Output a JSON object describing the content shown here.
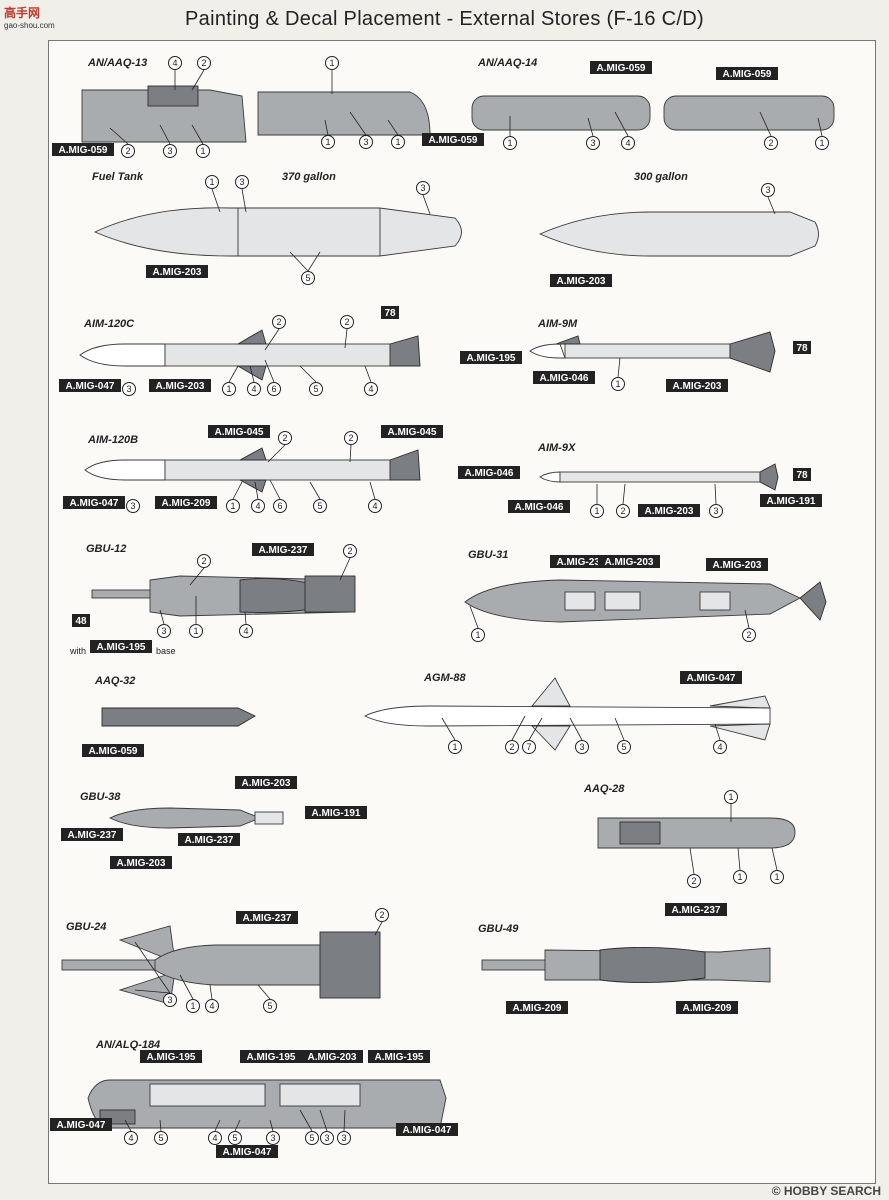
{
  "watermark": {
    "line1": "高手网",
    "line2": "gao-shou.com"
  },
  "title": "Painting & Decal Placement - External Stores (F-16 C/D)",
  "footer": "© HOBBY SEARCH",
  "colors": {
    "tag_bg": "#222222",
    "tag_text": "#ffffff",
    "store_gray": "#a9acaf",
    "dark_gray": "#7b7e82",
    "white": "#ffffff"
  },
  "labels": [
    {
      "id": "aaq13",
      "text": "AN/AAQ-13"
    },
    {
      "id": "aaq14",
      "text": "AN/AAQ-14"
    },
    {
      "id": "fueltank",
      "text": "Fuel Tank"
    },
    {
      "id": "g370",
      "text": "370 gallon"
    },
    {
      "id": "g300",
      "text": "300 gallon"
    },
    {
      "id": "aim120c",
      "text": "AIM-120C"
    },
    {
      "id": "aim9m",
      "text": "AIM-9M"
    },
    {
      "id": "aim120b",
      "text": "AIM-120B"
    },
    {
      "id": "aim9x",
      "text": "AIM-9X"
    },
    {
      "id": "gbu12",
      "text": "GBU-12"
    },
    {
      "id": "gbu31",
      "text": "GBU-31"
    },
    {
      "id": "aaq32",
      "text": "AAQ-32"
    },
    {
      "id": "agm88",
      "text": "AGM-88"
    },
    {
      "id": "gbu38",
      "text": "GBU-38"
    },
    {
      "id": "aaq28",
      "text": "AAQ-28"
    },
    {
      "id": "gbu24",
      "text": "GBU-24"
    },
    {
      "id": "gbu49",
      "text": "GBU-49"
    },
    {
      "id": "alq184",
      "text": "AN/ALQ-184"
    }
  ],
  "plain": [
    {
      "id": "with",
      "text": "with"
    },
    {
      "id": "base",
      "text": "base"
    }
  ],
  "tags": [
    {
      "id": "t1",
      "text": "A.MIG-059"
    },
    {
      "id": "t2",
      "text": "A.MIG-059"
    },
    {
      "id": "t3",
      "text": "A.MIG-059"
    },
    {
      "id": "t4",
      "text": "A.MIG-059"
    },
    {
      "id": "t5",
      "text": "A.MIG-203"
    },
    {
      "id": "t6",
      "text": "A.MIG-203"
    },
    {
      "id": "t7",
      "text": "78"
    },
    {
      "id": "t8",
      "text": "A.MIG-047"
    },
    {
      "id": "t9",
      "text": "A.MIG-203"
    },
    {
      "id": "t10",
      "text": "A.MIG-195"
    },
    {
      "id": "t11",
      "text": "A.MIG-046"
    },
    {
      "id": "t12",
      "text": "78"
    },
    {
      "id": "t13",
      "text": "A.MIG-203"
    },
    {
      "id": "t14",
      "text": "A.MIG-045"
    },
    {
      "id": "t15",
      "text": "A.MIG-045"
    },
    {
      "id": "t16",
      "text": "A.MIG-047"
    },
    {
      "id": "t17",
      "text": "A.MIG-209"
    },
    {
      "id": "t18",
      "text": "A.MIG-046"
    },
    {
      "id": "t19",
      "text": "A.MIG-046"
    },
    {
      "id": "t20",
      "text": "78"
    },
    {
      "id": "t21",
      "text": "A.MIG-203"
    },
    {
      "id": "t22",
      "text": "A.MIG-191"
    },
    {
      "id": "t23",
      "text": "A.MIG-237"
    },
    {
      "id": "t24",
      "text": "48"
    },
    {
      "id": "t25",
      "text": "A.MIG-195"
    },
    {
      "id": "t26",
      "text": "A.MIG-237"
    },
    {
      "id": "t27",
      "text": "A.MIG-203"
    },
    {
      "id": "t28",
      "text": "A.MIG-203"
    },
    {
      "id": "t29",
      "text": "A.MIG-059"
    },
    {
      "id": "t30",
      "text": "A.MIG-047"
    },
    {
      "id": "t31",
      "text": "A.MIG-203"
    },
    {
      "id": "t32",
      "text": "A.MIG-191"
    },
    {
      "id": "t33",
      "text": "A.MIG-237"
    },
    {
      "id": "t34",
      "text": "A.MIG-237"
    },
    {
      "id": "t35",
      "text": "A.MIG-203"
    },
    {
      "id": "t36",
      "text": "A.MIG-237"
    },
    {
      "id": "t37",
      "text": "A.MIG-237"
    },
    {
      "id": "t38",
      "text": "A.MIG-209"
    },
    {
      "id": "t39",
      "text": "A.MIG-209"
    },
    {
      "id": "t40",
      "text": "A.MIG-195"
    },
    {
      "id": "t41",
      "text": "A.MIG-195"
    },
    {
      "id": "t42",
      "text": "A.MIG-203"
    },
    {
      "id": "t43",
      "text": "A.MIG-195"
    },
    {
      "id": "t44",
      "text": "A.MIG-047"
    },
    {
      "id": "t45",
      "text": "A.MIG-047"
    },
    {
      "id": "t46",
      "text": "A.MIG-047"
    }
  ],
  "callouts": [
    {
      "id": "c1",
      "text": "4"
    },
    {
      "id": "c2",
      "text": "2"
    },
    {
      "id": "c3",
      "text": "1"
    },
    {
      "id": "c4",
      "text": "3"
    },
    {
      "id": "c5",
      "text": "1"
    },
    {
      "id": "c6",
      "text": "2"
    },
    {
      "id": "c7",
      "text": "1"
    },
    {
      "id": "c8",
      "text": "3"
    },
    {
      "id": "c9",
      "text": "1"
    },
    {
      "id": "c10",
      "text": "1"
    },
    {
      "id": "c11",
      "text": "3"
    },
    {
      "id": "c12",
      "text": "4"
    },
    {
      "id": "c13",
      "text": "2"
    },
    {
      "id": "c14",
      "text": "1"
    },
    {
      "id": "c15",
      "text": "1"
    },
    {
      "id": "c16",
      "text": "3"
    },
    {
      "id": "c17",
      "text": "3"
    },
    {
      "id": "c18",
      "text": "5"
    },
    {
      "id": "c19",
      "text": "3"
    },
    {
      "id": "c20",
      "text": "2"
    },
    {
      "id": "c21",
      "text": "2"
    },
    {
      "id": "c22",
      "text": "3"
    },
    {
      "id": "c23",
      "text": "1"
    },
    {
      "id": "c24",
      "text": "4"
    },
    {
      "id": "c25",
      "text": "6"
    },
    {
      "id": "c26",
      "text": "5"
    },
    {
      "id": "c27",
      "text": "4"
    },
    {
      "id": "c28",
      "text": "1"
    },
    {
      "id": "c29",
      "text": "2"
    },
    {
      "id": "c30",
      "text": "2"
    },
    {
      "id": "c31",
      "text": "3"
    },
    {
      "id": "c32",
      "text": "1"
    },
    {
      "id": "c33",
      "text": "4"
    },
    {
      "id": "c34",
      "text": "6"
    },
    {
      "id": "c35",
      "text": "5"
    },
    {
      "id": "c36",
      "text": "4"
    },
    {
      "id": "c37",
      "text": "1"
    },
    {
      "id": "c38",
      "text": "2"
    },
    {
      "id": "c39",
      "text": "3"
    },
    {
      "id": "c40",
      "text": "2"
    },
    {
      "id": "c41",
      "text": "2"
    },
    {
      "id": "c42",
      "text": "3"
    },
    {
      "id": "c43",
      "text": "1"
    },
    {
      "id": "c44",
      "text": "4"
    },
    {
      "id": "c45",
      "text": "1"
    },
    {
      "id": "c46",
      "text": "2"
    },
    {
      "id": "c47",
      "text": "1"
    },
    {
      "id": "c48",
      "text": "2"
    },
    {
      "id": "c49",
      "text": "7"
    },
    {
      "id": "c50",
      "text": "3"
    },
    {
      "id": "c51",
      "text": "5"
    },
    {
      "id": "c52",
      "text": "4"
    },
    {
      "id": "c53",
      "text": "1"
    },
    {
      "id": "c54",
      "text": "2"
    },
    {
      "id": "c55",
      "text": "1"
    },
    {
      "id": "c56",
      "text": "1"
    },
    {
      "id": "c57",
      "text": "2"
    },
    {
      "id": "c58",
      "text": "3"
    },
    {
      "id": "c59",
      "text": "1"
    },
    {
      "id": "c60",
      "text": "4"
    },
    {
      "id": "c61",
      "text": "5"
    },
    {
      "id": "c62",
      "text": "4"
    },
    {
      "id": "c63",
      "text": "5"
    },
    {
      "id": "c64",
      "text": "4"
    },
    {
      "id": "c65",
      "text": "5"
    },
    {
      "id": "c66",
      "text": "3"
    },
    {
      "id": "c67",
      "text": "5"
    },
    {
      "id": "c68",
      "text": "3"
    },
    {
      "id": "c69",
      "text": "3"
    }
  ]
}
